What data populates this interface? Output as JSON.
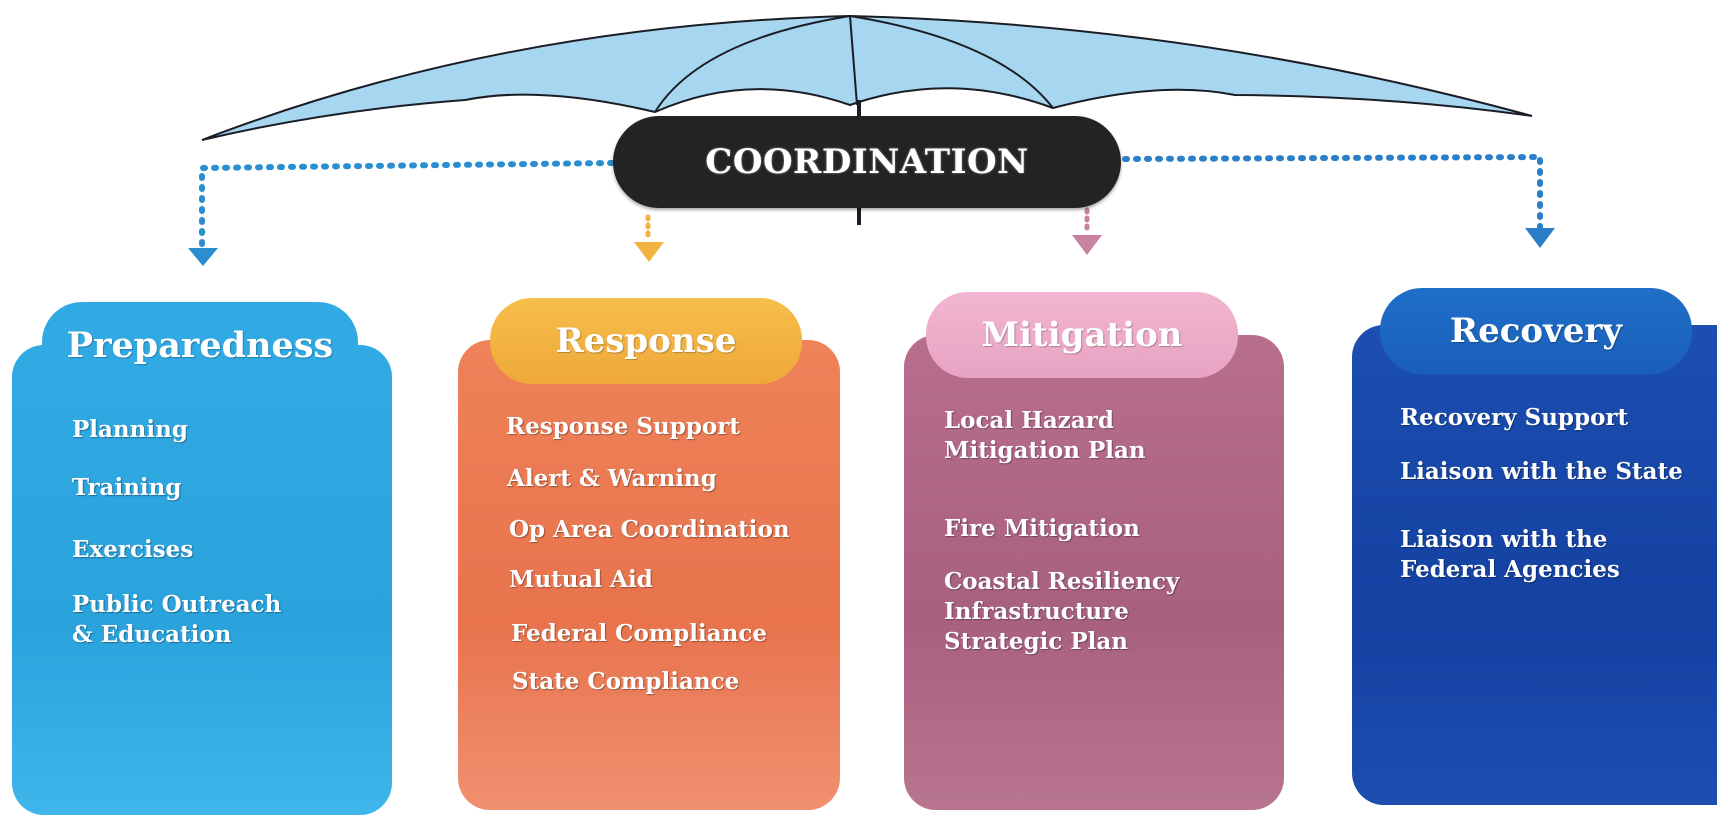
{
  "coordination": {
    "label": "COORDINATION"
  },
  "colors": {
    "preparedness": "#31a9e3",
    "response_card": "#e8734d",
    "response_tab": "#f2b340",
    "mitigation_card": "#a8607f",
    "mitigation_tab": "#eeb0cb",
    "recovery_card": "#1441a2",
    "recovery_tab": "#1f6fc8",
    "coordination": "#222325",
    "umbrella": "#a7d6f0"
  },
  "sections": {
    "preparedness": {
      "title": "Preparedness",
      "items": [
        "Planning",
        "Training",
        "Exercises",
        "Public Outreach\n& Education"
      ]
    },
    "response": {
      "title": "Response",
      "items": [
        "Response Support",
        "Alert & Warning",
        "Op Area Coordination",
        "Mutual Aid",
        "Federal Compliance",
        "State Compliance"
      ]
    },
    "mitigation": {
      "title": "Mitigation",
      "items": [
        "Local Hazard\nMitigation Plan",
        "Fire Mitigation",
        "Coastal Resiliency\nInfrastructure\nStrategic Plan"
      ]
    },
    "recovery": {
      "title": "Recovery",
      "items": [
        "Recovery Support",
        "Liaison with the State",
        "Liaison with the\nFederal Agencies"
      ]
    }
  }
}
